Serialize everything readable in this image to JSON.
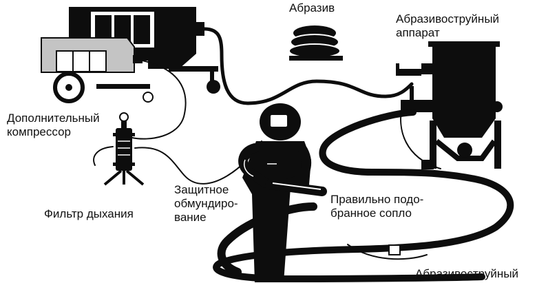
{
  "colors": {
    "ink": "#0d0d0d",
    "secondary_compressor_fill": "#c4c4c4",
    "background": "#ffffff"
  },
  "labels": {
    "abrasive": "Абразив",
    "blast_machine": "Абразивоструйный\nаппарат",
    "extra_compressor": "Дополнительный\nкомпрессор",
    "breathing_filter": "Фильтр дыхания",
    "protective_suit": "Защитное\nобмундиро-\nвание",
    "nozzle": "Правильно подо-\nбранное сопло",
    "blast_hose": "Абразивоструйный"
  }
}
